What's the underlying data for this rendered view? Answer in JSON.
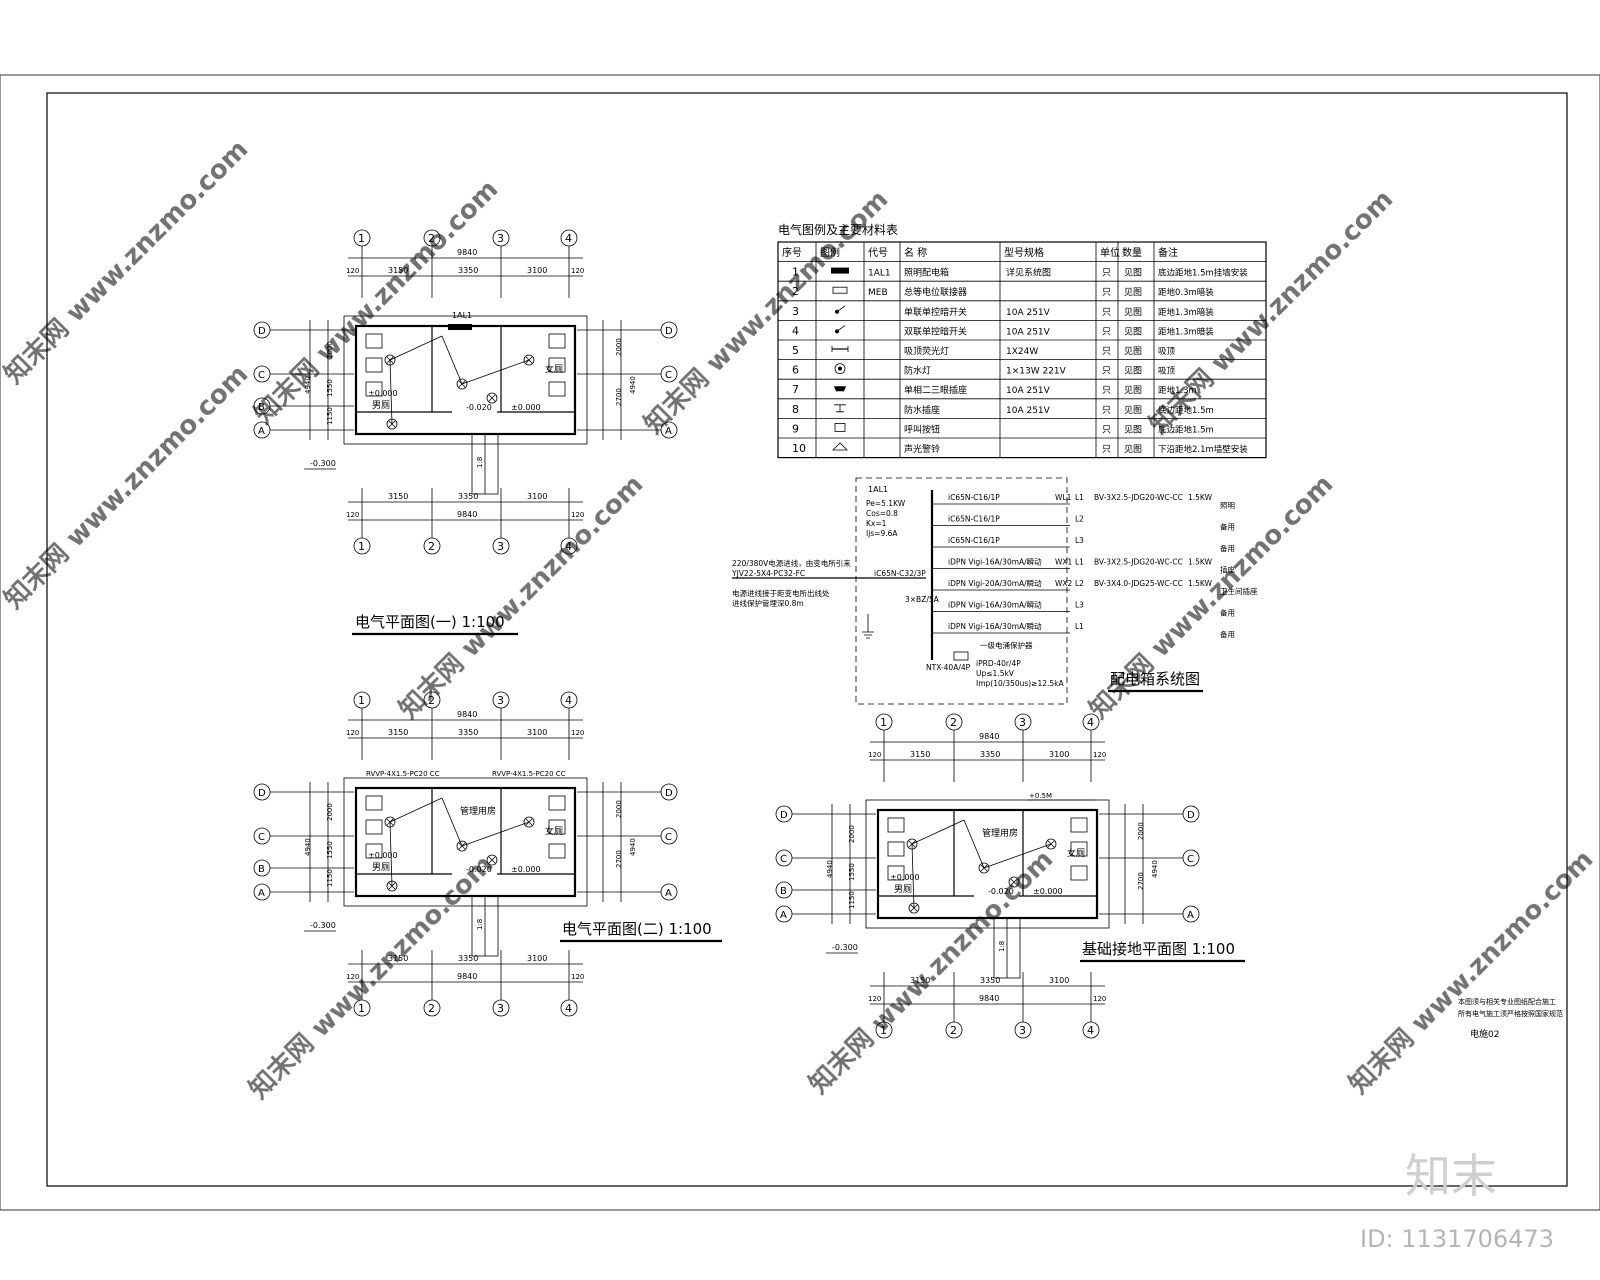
{
  "watermark": {
    "site": "www.znzmo.com",
    "brand_cn": "知末网",
    "logo": "知末",
    "id_label": "ID: 1131706473"
  },
  "legend_table": {
    "title": "电气图例及主要材料表",
    "headers": [
      "序号",
      "图例",
      "代号",
      "名 称",
      "型号规格",
      "单位",
      "数量",
      "备注"
    ],
    "rows": [
      {
        "no": "1",
        "code": "1AL1",
        "name": "照明配电箱",
        "spec": "详见系统图",
        "unit": "只",
        "qty": "见图",
        "note": "底边距地1.5m挂墙安装"
      },
      {
        "no": "2",
        "code": "MEB",
        "name": "总等电位联接器",
        "spec": "",
        "unit": "只",
        "qty": "见图",
        "note": "距地0.3m暗装"
      },
      {
        "no": "3",
        "code": "",
        "name": "单联单控暗开关",
        "spec": "10A  251V",
        "unit": "只",
        "qty": "见图",
        "note": "距地1.3m暗装"
      },
      {
        "no": "4",
        "code": "",
        "name": "双联单控暗开关",
        "spec": "10A  251V",
        "unit": "只",
        "qty": "见图",
        "note": "距地1.3m暗装"
      },
      {
        "no": "5",
        "code": "",
        "name": "吸顶荧光灯",
        "spec": "1X24W",
        "unit": "只",
        "qty": "见图",
        "note": "吸顶"
      },
      {
        "no": "6",
        "code": "",
        "name": "防水灯",
        "spec": "1×13W 221V",
        "unit": "只",
        "qty": "见图",
        "note": "吸顶"
      },
      {
        "no": "7",
        "code": "",
        "name": "单相二三眼插座",
        "spec": "10A 251V",
        "unit": "只",
        "qty": "见图",
        "note": "距地1.3m"
      },
      {
        "no": "8",
        "code": "",
        "name": "防水插座",
        "spec": "10A 251V",
        "unit": "只",
        "qty": "见图",
        "note": "底边距地1.5m"
      },
      {
        "no": "9",
        "code": "",
        "name": "呼叫按钮",
        "spec": "",
        "unit": "只",
        "qty": "见图",
        "note": "底边距地1.5m"
      },
      {
        "no": "10",
        "code": "",
        "name": "声光警铃",
        "spec": "",
        "unit": "只",
        "qty": "见图",
        "note": "下沿距地2.1m墙壁安装"
      }
    ]
  },
  "plans": [
    {
      "title": "电气平面图(一)  1:100",
      "total": "9840",
      "spans": [
        "3150",
        "3350",
        "3100"
      ],
      "edge": "120",
      "axes": [
        "1",
        "2",
        "3",
        "4"
      ],
      "rows": [
        "D",
        "C",
        "B",
        "A"
      ],
      "left_dims": [
        "2000",
        "1550",
        "1150"
      ],
      "right_dims": [
        "2000",
        "2700"
      ],
      "height": "4940",
      "levels": [
        "±0.000",
        "-0.020",
        "±0.000"
      ],
      "ground": "-0.300",
      "ramp": "1:8",
      "rooms": [
        "男厕",
        "女厕"
      ],
      "box": "1AL1"
    },
    {
      "title": "电气平面图(二)  1:100",
      "total": "9840",
      "spans": [
        "3150",
        "3350",
        "3100"
      ],
      "edge": "120",
      "axes": [
        "1",
        "2",
        "3",
        "4"
      ],
      "rows": [
        "D",
        "C",
        "B",
        "A"
      ],
      "left_dims": [
        "2000",
        "1550",
        "1150"
      ],
      "right_dims": [
        "2000",
        "2700"
      ],
      "height": "4940",
      "levels": [
        "±0.000",
        "-0.020",
        "±0.000"
      ],
      "ground": "-0.300",
      "ramp": "1:8",
      "rooms": [
        "男厕",
        "管理用房",
        "女厕"
      ],
      "cable1": "RVVP-4X1.5-PC20 CC",
      "cable2": "RVVP-4X1.5-PC20 CC"
    },
    {
      "title": "基础接地平面图  1:100",
      "total": "9840",
      "spans": [
        "3150",
        "3350",
        "3100"
      ],
      "edge": "120",
      "axes": [
        "1",
        "2",
        "3",
        "4"
      ],
      "rows": [
        "D",
        "C",
        "B",
        "A"
      ],
      "left_dims": [
        "2000",
        "1550",
        "1150"
      ],
      "right_dims": [
        "2000",
        "2700"
      ],
      "height": "4940",
      "levels": [
        "±0.000",
        "-0.020",
        "±0.000"
      ],
      "ground": "-0.300",
      "ramp": "1:8",
      "rooms": [
        "男厕",
        "管理用房",
        "女厕"
      ],
      "note": "+0.5M"
    }
  ],
  "system": {
    "title": "配电箱系统图",
    "box": "1AL1",
    "params": [
      "Pe=5.1KW",
      "Cos=0.8",
      "Kx=1",
      "Ijs=9.6A"
    ],
    "incoming": [
      "220/380V电源进线，由变电所引来",
      "YJV22-5X4-PC32-FC",
      "电源进线接于距变电所出线处",
      "进线保护管埋深0.8m"
    ],
    "main_breaker": "iC65N-C32/3P",
    "main_cable": "3×BZ/5A",
    "branches": [
      {
        "breaker": "iC65N-C16/1P",
        "circuit": "WL1",
        "phase": "L1",
        "cable": "BV-3X2.5-JDG20-WC-CC",
        "power": "1.5KW",
        "use": "照明"
      },
      {
        "breaker": "iC65N-C16/1P",
        "circuit": "",
        "phase": "L2",
        "cable": "",
        "power": "",
        "use": "备用"
      },
      {
        "breaker": "iC65N-C16/1P",
        "circuit": "",
        "phase": "L3",
        "cable": "",
        "power": "",
        "use": "备用"
      },
      {
        "breaker": "iDPN Vigi-16A/30mA/瞬动",
        "circuit": "WX1",
        "phase": "L1",
        "cable": "BV-3X2.5-JDG20-WC-CC",
        "power": "1.5KW",
        "use": "插座"
      },
      {
        "breaker": "iDPN Vigi-20A/30mA/瞬动",
        "circuit": "WX2",
        "phase": "L2",
        "cable": "BV-3X4.0-JDG25-WC-CC",
        "power": "1.5KW",
        "use": "卫生间插座"
      },
      {
        "breaker": "iDPN Vigi-16A/30mA/瞬动",
        "circuit": "",
        "phase": "L3",
        "cable": "",
        "power": "",
        "use": "备用"
      },
      {
        "breaker": "iDPN Vigi-16A/30mA/瞬动",
        "circuit": "",
        "phase": "L1",
        "cable": "",
        "power": "",
        "use": "备用"
      }
    ],
    "spd": [
      "iPRD-40r/4P",
      "Up≤1.5kV",
      "Imp(10/350us)≥12.5kA"
    ],
    "neutral": "NTX-40A/4P",
    "spd_label": "一级电涌保护器"
  },
  "sheet_note": [
    "本图须与相关专业图纸配合施工",
    "所有电气施工须严格按照国家规范"
  ],
  "sheet_no": "电施02"
}
